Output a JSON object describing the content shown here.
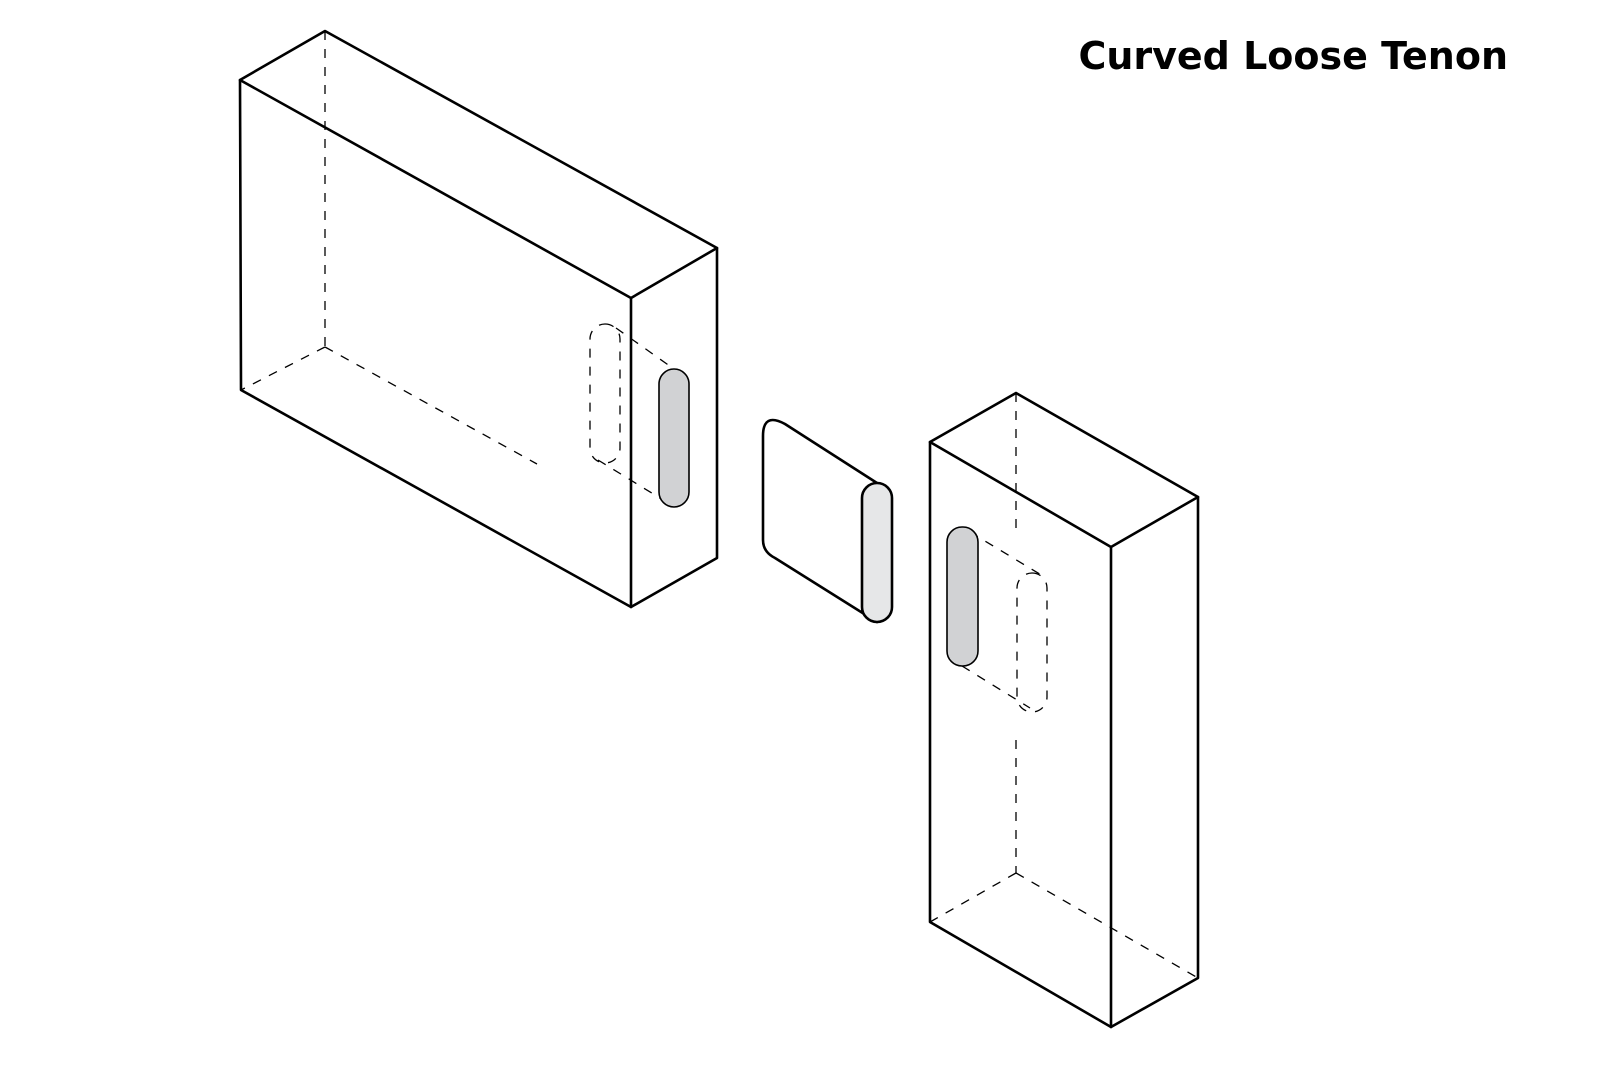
{
  "title": "Curved Loose Tenon",
  "colors": {
    "background": "#ffffff",
    "line": "#000000",
    "mortise_fill": "#d1d2d4",
    "tenon_end_fill": "#e6e7e8"
  },
  "parts": [
    {
      "name": "left-rail-block",
      "has_mortise": true
    },
    {
      "name": "curved-loose-tenon"
    },
    {
      "name": "right-stile-block",
      "has_mortise": true
    }
  ]
}
